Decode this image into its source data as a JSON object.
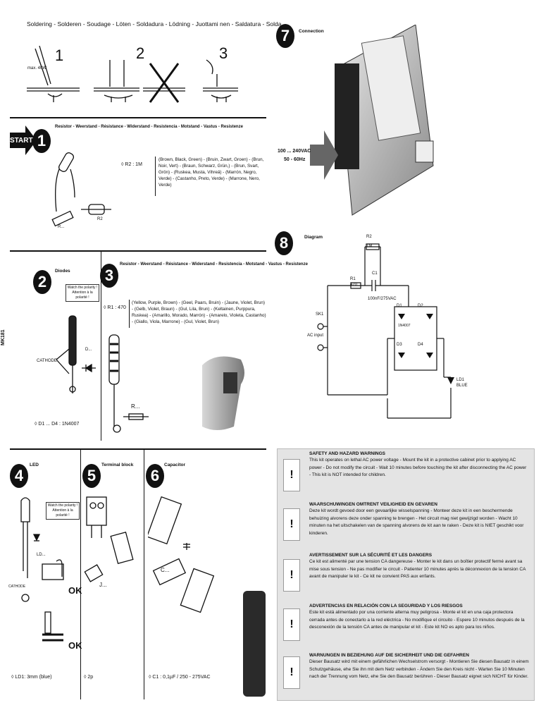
{
  "header": {
    "title": "Soldering - Solderen - Soudage - Löten - Soldadura - Lödning - Juottami nen - Saldatura - Solda"
  },
  "soldering": {
    "steps": [
      "1",
      "2",
      "3"
    ],
    "power": "max. 40W"
  },
  "start": {
    "label": "START"
  },
  "step1": {
    "num": "1",
    "heading": "Resistor - Weerstand - Résistance - Widerstand - Resistencia - Motstand - Vastus - Resistenze",
    "part": "◊ R2 : 1M",
    "colors": "(Brown, Black, Green) - (Bruin, Zwart, Groen) - (Brun, Noir, Vert) - (Braun, Schwarz, Grün,) - (Brun, Svart, Grön) - (Ruskea, Musta, Vihreä) - (Marrón, Negro, Verde) - (Castanho, Preto, Verde) - (Marrone, Nero, Verde)",
    "label_r": "R...",
    "label_r2": "R2"
  },
  "step2": {
    "num": "2",
    "title": "Diodes",
    "note": "Watch the polarity ! Attention à la polarité !",
    "cathode": "CATHODE",
    "d_label": "D...",
    "part": "◊ D1 ... D4 : 1N4007"
  },
  "step3": {
    "num": "3",
    "heading": "Resistor - Weerstand - Résistance - Widerstand - Resistencia - Motstand - Vastus - Resistenze",
    "part": "◊ R1 : 470",
    "colors": "(Yellow, Purple, Brown) - (Geel, Paars, Bruin) - (Jaune, Violet, Brun) - (Gelb, Violet, Braun) - (Gul, Lila, Brun) - (Keltainen, Purppura, Ruskea) - (Amarillo, Morado, Marrón) - (Amarelo, Violeta, Castanho) - (Giallo, Viola, Marrone) - (Gul, Violet, Brun)",
    "label_r": "R..."
  },
  "side_code": "MK181",
  "step4": {
    "num": "4",
    "title": "LED",
    "note": "Watch the polarity ! Attention à la polarité !",
    "cathode": "CATHODE",
    "ld_label": "LD...",
    "ok1": "OK",
    "ok2": "OK",
    "part": "◊ LD1: 3mm (blue)"
  },
  "step5": {
    "num": "5",
    "title": "Terminal block",
    "j_label": "J...",
    "part": "◊ 2p"
  },
  "step6": {
    "num": "6",
    "title": "Capacitor",
    "c_label": "C...",
    "part": "◊ C1 : 0,1µF / 250 - 275VAC"
  },
  "step7": {
    "num": "7",
    "title": "Connection",
    "voltage": "100 ... 240VAC",
    "freq": "50 - 60Hz"
  },
  "step8": {
    "num": "8",
    "title": "Diagram",
    "labels": {
      "r2": "R2",
      "r2v": "1M",
      "r1": "R1",
      "r1v": "470",
      "c1": "C1",
      "c1v": "100nF/275VAC",
      "sk1": "SK1",
      "ac": "AC input",
      "d1": "D1",
      "d2": "D2",
      "d3": "D3",
      "d4": "D4",
      "dpart": "1N4007",
      "ld1": "LD1",
      "ldv": "BLUE"
    }
  },
  "warnings": [
    {
      "title": "SAFETY AND HAZARD WARNINGS",
      "body": "This kit operates on lethal AC power voltage - Mount the kit in a protective cabinet prior to applying AC power - Do not modify the circuit - Wait 10 minutes before touching the kit after disconnecting the AC power - This kit is NOT intended for children."
    },
    {
      "title": "WAARSCHUWINGEN OMTRENT VEILIGHEID EN GEVAREN",
      "body": "Deze kit wordt gevoed door een gevaarlijke wisselspanning - Monteer deze kit in een beschermende behuizing alvorens deze onder spanning te brengen - Het circuit mag niet gewijzigd worden - Wacht 10 minuten na het uitschakelen van de spanning alvorens de kit aan te raken - Deze kit is NIET geschikt voor kinderen."
    },
    {
      "title": "AVERTISSEMENT SUR LA SÉCURITÉ ET LES DANGERS",
      "body": "Ce kit est alimenté par une tension CA dangereuse - Monter le kit dans un boîtier protectif fermé avant sa mise sous tension - Ne pas modifier le circuit - Patienter 10 minutes après la déconnexion de la tension CA avant de manipuler le kit - Ce kit ne convient PAS aux enfants."
    },
    {
      "title": "ADVERTENCIAS EN RELACIÓN CON LA SEGURIDAD Y LOS RIESGOS",
      "body": "Este kit está alimentado por una corriente alterna muy peligrosa - Monte el kit en una caja protectora cerrada antes de conectarlo a la red eléctrica - No modifique el circuito - Espere 10 minutos después de la desconexión de la tensión CA antes de manipular el kit - Este kit NO es apto para los niños."
    },
    {
      "title": "WARNUNGEN IN BEZIEHUNG AUF DIE SICHERHEIT UND DIE GEFAHREN",
      "body": "Dieser Bausatz wird mit einem gefährlichen Wechselstrom versorgt - Montieren Sie diesen Bausatz in einem Schutzgehäuse, ehe Sie ihn mit dem Netz verbinden - Ändern Sie den Kreis nicht - Warten Sie 10 Minuten nach der Trennung vom Netz, ehe Sie den Bausatz berühren - Dieser Bausatz eignet sich NICHT für Kinder."
    }
  ],
  "warning_icon": "!"
}
